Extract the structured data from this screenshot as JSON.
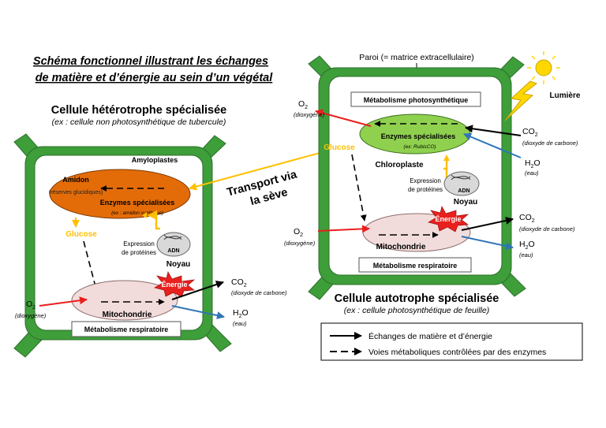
{
  "title": {
    "line1": "Schéma fonctionnel illustrant les échanges",
    "line2": "de matière et d’énergie au sein d’un végétal"
  },
  "heterotroph": {
    "heading": "Cellule hétérotrophe spécialisée",
    "subheading": "(ex : cellule non photosynthétique de tubercule)",
    "amyloplastes": "Amyloplastes",
    "amidon": "Amidon",
    "amidon_note": "(réserves glucidiques)",
    "enzymes": "Enzymes spécialisées",
    "enzymes_example": "(ex : amidon synthase)",
    "glucose": "Glucose",
    "expression_line1": "Expression",
    "expression_line2": "de protéines",
    "adn": "ADN",
    "noyau": "Noyau",
    "energie": "Énergie",
    "mitochondrie": "Mitochondrie",
    "metabolisme": "Métabolisme respiratoire",
    "o2": "O",
    "o2_note": "(dioxygène)",
    "co2": "CO",
    "co2_note": "(dioxyde de carbone)",
    "h2o_h": "H",
    "h2o_o": "O",
    "h2o_note": "(eau)",
    "sub2": "2"
  },
  "transport": {
    "line1": "Transport via",
    "line2": "la sève"
  },
  "autotroph": {
    "paroi": "Paroi (= matrice extracellulaire)",
    "metabolisme_photo": "Métabolisme photosynthétique",
    "lumiere": "Lumière",
    "o2": "O",
    "o2_note": "(dioxygène)",
    "enzymes": "Enzymes spécialisées",
    "enzymes_example": "(ex: RubisCO)",
    "chloroplaste": "Chloroplaste",
    "glucose": "Glucose",
    "co2": "CO",
    "co2_note": "(dioxyde de carbone)",
    "h2o_h": "H",
    "h2o_o": "O",
    "h2o_note": "(eau)",
    "expression_line1": "Expression",
    "expression_line2": "de protéines",
    "adn": "ADN",
    "noyau": "Noyau",
    "o2_b": "O",
    "o2_b_note": "(dioxygène)",
    "energie": "Énergie",
    "mitochondrie": "Mitochondrie",
    "co2_b": "CO",
    "co2_b_note": "(dioxyde de carbone)",
    "h2o_b_h": "H",
    "h2o_b_o": "O",
    "h2o_b_note": "(eau)",
    "metabolisme_resp": "Métabolisme respiratoire",
    "heading": "Cellule autotrophe spécialisée",
    "subheading": "(ex : cellule photosynthétique de feuille)",
    "sub2": "2"
  },
  "legend": {
    "solid": "Échanges de matière et d’énergie",
    "dashed": "Voies métaboliques contrôlées par des enzymes"
  },
  "colors": {
    "wall": "#3e9e3a",
    "cell_bg": "#ffffff",
    "amyloplaste": "#e36c09",
    "chloroplaste": "#8fd14f",
    "mitochondrie": "#f2dcdb",
    "glucose": "#ffc000",
    "o2_arrow": "#e8201e",
    "h2o_arrow": "#2e75b6",
    "sun": "#ffd700",
    "energie": "#e8201e"
  }
}
